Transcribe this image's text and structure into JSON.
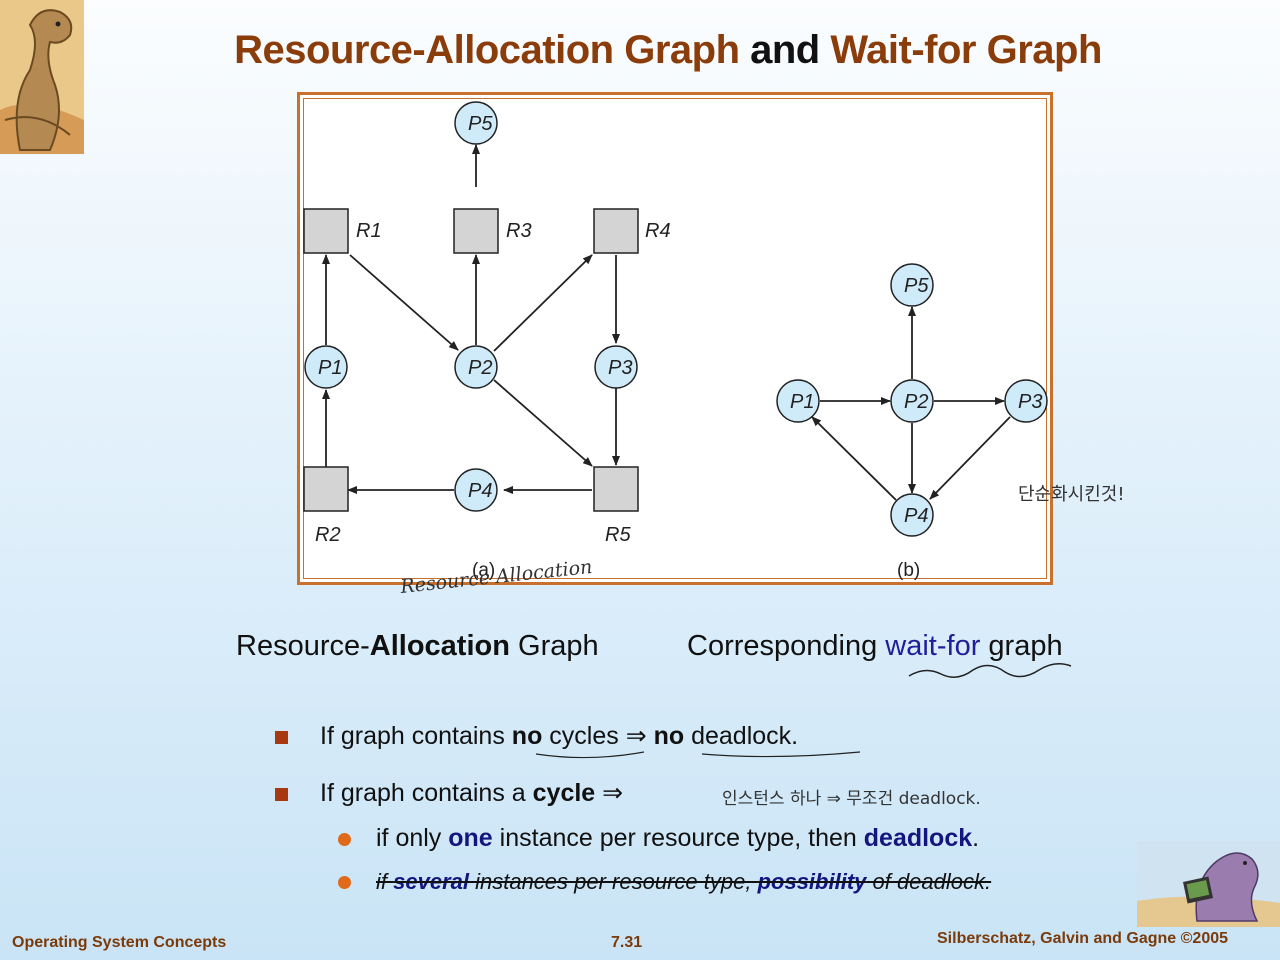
{
  "title": {
    "part1": "Resource-Allocation Graph",
    "part2": "and",
    "part3": "Wait-for Graph"
  },
  "figure": {
    "graph_a": {
      "label": "(a)",
      "processes": [
        "P1",
        "P2",
        "P3",
        "P4",
        "P5"
      ],
      "resources": [
        "R1",
        "R2",
        "R3",
        "R4",
        "R5"
      ]
    },
    "graph_b": {
      "label": "(b)",
      "processes": [
        "P1",
        "P2",
        "P3",
        "P4",
        "P5"
      ]
    }
  },
  "captions": {
    "left_pre": "Resource-",
    "left_bold": "Allocation",
    "left_post": " Graph",
    "right_pre": "Corresponding ",
    "right_blue": "wait-for",
    "right_post": " graph"
  },
  "bullets": {
    "b1_a": "If graph contains ",
    "b1_b": "no",
    "b1_c": " cycles ⇒ ",
    "b1_d": "no",
    "b1_e": " deadlock.",
    "b2_a": "If graph contains a ",
    "b2_b": "cycle",
    "b2_c": " ⇒",
    "s1_a": "if only ",
    "s1_b": "one",
    "s1_c": " instance per resource type, then ",
    "s1_d": "deadlock",
    "s1_e": ".",
    "s2_a": "if ",
    "s2_b": "several",
    "s2_c": " instances per resource type, ",
    "s2_d": "possibility",
    "s2_e": " of deadlock."
  },
  "handwriting": {
    "note_a": "Resource Allocation",
    "note_b": "단순화시킨것!",
    "note_c": "인스턴스 하나 ⇒ 무조건 deadlock."
  },
  "footer": {
    "left": "Operating System Concepts",
    "center": "7.31",
    "right": "Silberschatz, Galvin and Gagne ©2005"
  },
  "colors": {
    "title": "#8a3d0a",
    "frame": "#c8702c",
    "node_fill": "#cfeaf8",
    "resource_fill": "#d4d4d4",
    "emphasis_blue": "#15157f",
    "bullet_square": "#a8380f",
    "bullet_dot": "#e06a1a"
  }
}
